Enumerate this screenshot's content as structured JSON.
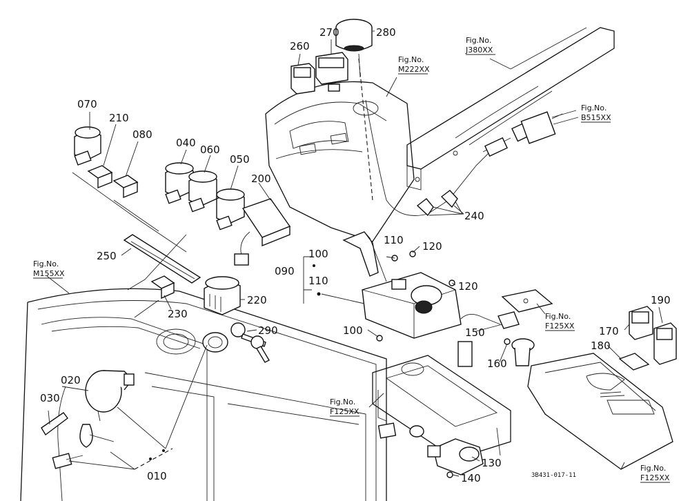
{
  "part_labels": {
    "p070": "070",
    "p210": "210",
    "p080": "080",
    "p040": "040",
    "p060": "060",
    "p050": "050",
    "p200": "200",
    "p250": "250",
    "p230": "230",
    "p220": "220",
    "p290": "290",
    "p260": "260",
    "p270": "270",
    "p280": "280",
    "p240": "240",
    "p100a": "100",
    "p090": "090",
    "p110a": "110",
    "p110b": "110",
    "p120a": "120",
    "p120b": "120",
    "p100b": "100",
    "p150": "150",
    "p160": "160",
    "p170": "170",
    "p190": "190",
    "p180": "180",
    "p130": "130",
    "p140": "140",
    "p020": "020",
    "p030": "030",
    "p010": "010"
  },
  "figure_refs": {
    "m222_a": "Fig.No.",
    "m222_b": "M222XX",
    "j380_a": "Fig.No.",
    "j380_b": "J380XX",
    "b515_a": "Fig.No.",
    "b515_b": "B515XX",
    "m155_a": "Fig.No.",
    "m155_b": "M155XX",
    "f125a_a": "Fig.No.",
    "f125a_b": "F125XX",
    "f125b_a": "Fig.No.",
    "f125b_b": "F125XX",
    "f125c_a": "Fig.No.",
    "f125c_b": "F125XX"
  },
  "diagram_code": "3B431-017-11"
}
